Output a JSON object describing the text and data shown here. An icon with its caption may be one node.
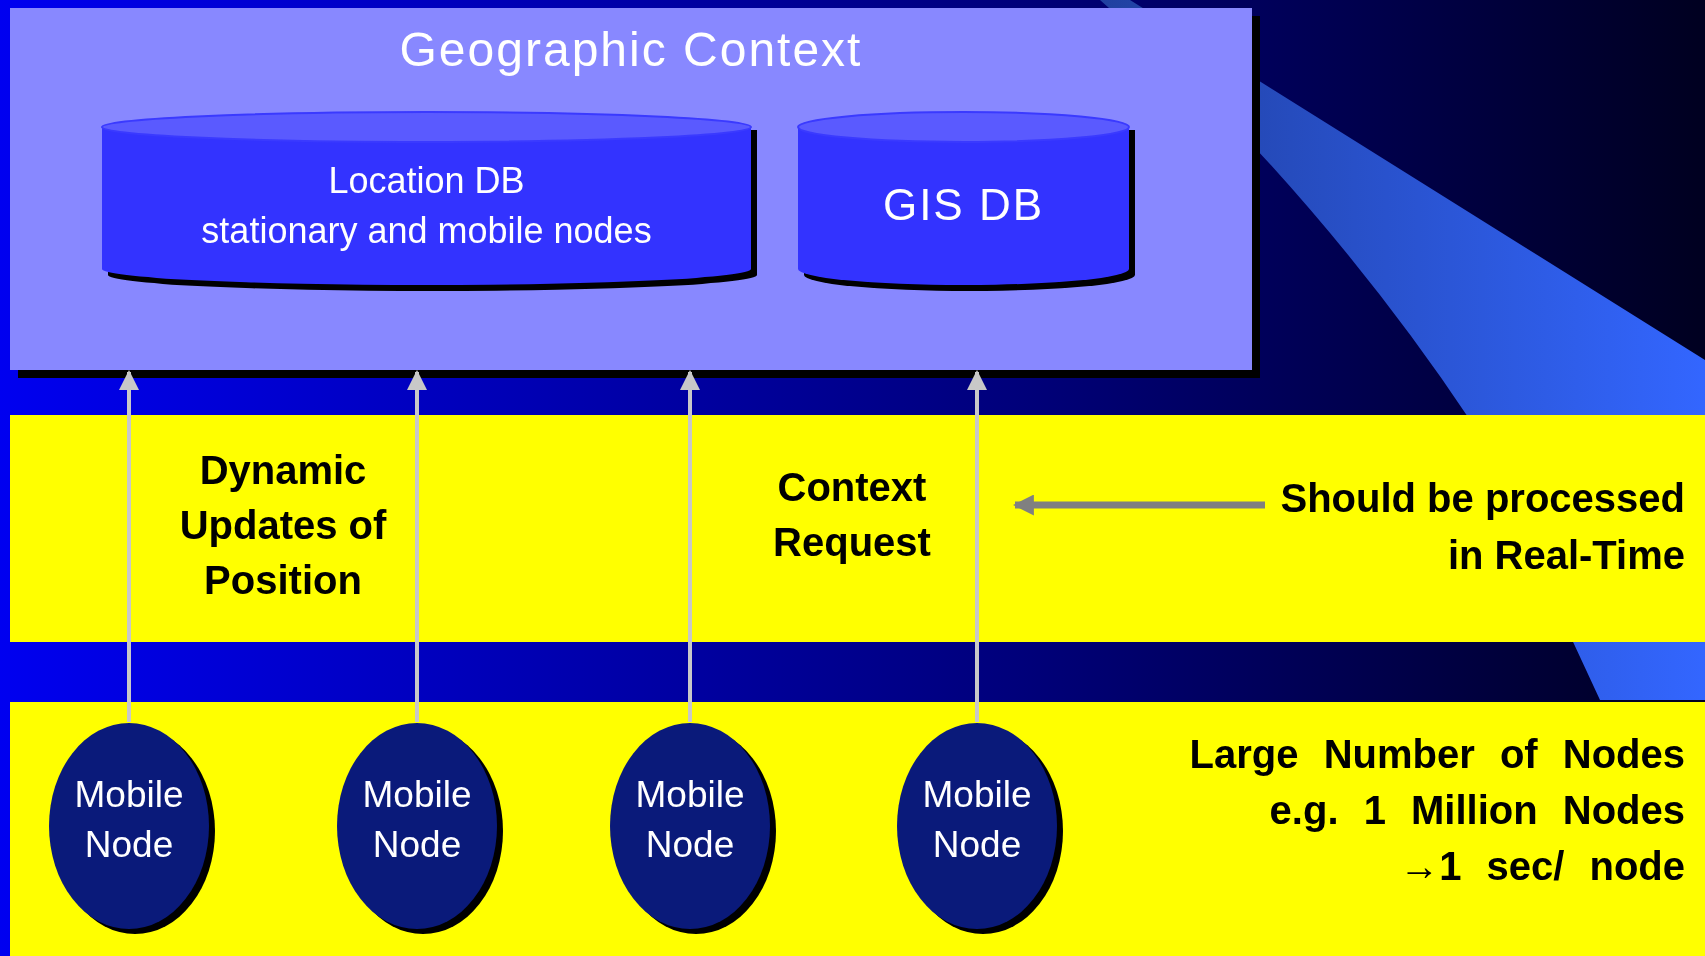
{
  "diagram": {
    "nodes": [
      {
        "text": [
          "Geographic Context"
        ]
      },
      {
        "text": [
          "Location DB",
          "stationary and mobile nodes"
        ],
        "in": 0
      },
      {
        "text": [
          "GIS DB"
        ],
        "in": 0
      },
      {
        "text": [
          "Dynamic Updates of Position",
          "Context Request"
        ]
      },
      {
        "text": [
          "Should be processed in Real-Time"
        ],
        "in": 3
      },
      {
        "text": [
          "Large Number of Nodes e.g. 1 Million Nodes →1 sec/ node"
        ]
      },
      {
        "text": [
          "Mobile Node"
        ],
        "in": 5
      },
      {
        "text": [
          "Mobile Node"
        ],
        "in": 5
      },
      {
        "text": [
          "Mobile Node"
        ],
        "in": 5
      },
      {
        "text": [
          "Mobile Node"
        ],
        "in": 5
      }
    ],
    "edges": [
      {
        "from": 6,
        "to": 0,
        "arrow": "to"
      },
      {
        "from": 7,
        "to": 0,
        "arrow": "to"
      },
      {
        "from": 8,
        "to": 0,
        "arrow": "to"
      },
      {
        "from": 9,
        "to": 0,
        "arrow": "to"
      },
      {
        "from": 4,
        "to": null,
        "arrow": "to",
        "color": "#808080"
      }
    ]
  }
}
